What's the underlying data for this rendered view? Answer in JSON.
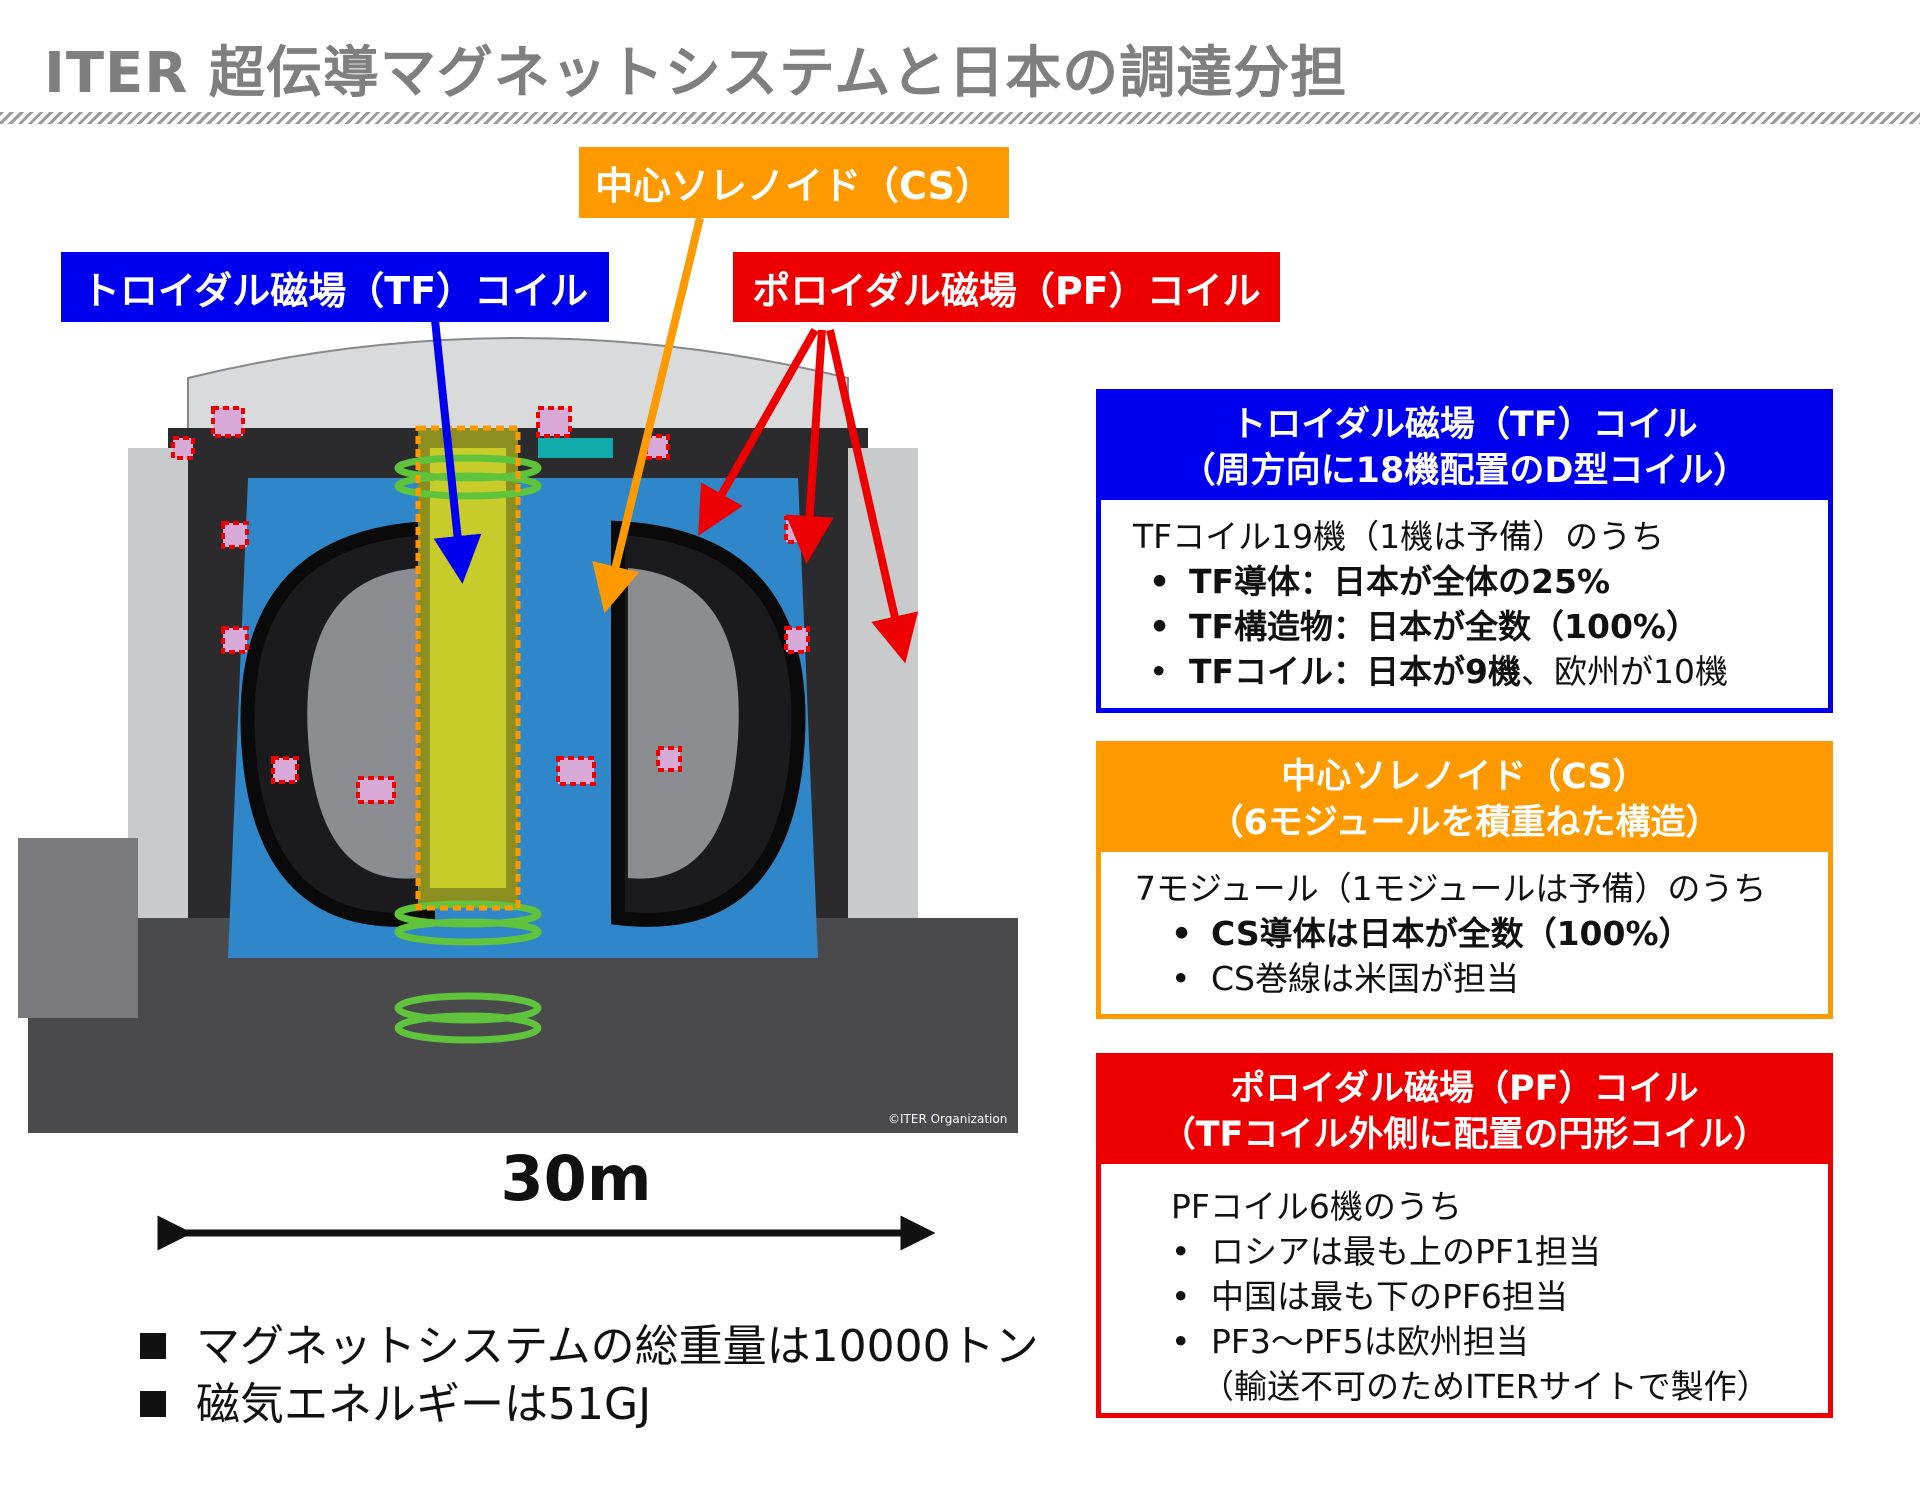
{
  "title": "ITER 超伝導マグネットシステムと日本の調達分担",
  "labels": {
    "cs": "中心ソレノイド（CS）",
    "tf": "トロイダル磁場（TF）コイル",
    "pf": "ポロイダル磁場（PF）コイル"
  },
  "image_credit": "©ITER Organization",
  "scale_label": "30m",
  "facts": [
    "マグネットシステムの総重量は10000トン",
    "磁気エネルギーは51GJ"
  ],
  "tf_box": {
    "title1": "トロイダル磁場（TF）コイル",
    "title2": "（周方向に18機配置のD型コイル）",
    "intro": "TFコイル19機（1機は予備）のうち",
    "items": [
      "TF導体：日本が全体の25%",
      "TF構造物：日本が全数（100%）"
    ],
    "item3_bold": "TFコイル：日本が9機",
    "item3_rest": "、欧州が10機",
    "bullet": "•"
  },
  "cs_box": {
    "title1": "中心ソレノイド（CS）",
    "title2": "（6モジュールを積重ねた構造）",
    "intro": "7モジュール（1モジュールは予備）のうち",
    "items": [
      "CS導体は日本が全数（100%）",
      "CS巻線は米国が担当"
    ],
    "bullet": "•"
  },
  "pf_box": {
    "title1": "ポロイダル磁場（PF）コイル",
    "title2": "（TFコイル外側に配置の円形コイル）",
    "intro": "PFコイル6機のうち",
    "items": [
      "ロシアは最も上のPF1担当",
      "中国は最も下のPF6担当",
      "PF3～PF5は欧州担当"
    ],
    "note": "（輸送不可のためITERサイトで製作）",
    "bullet": "•"
  },
  "colors": {
    "blue": "#0000ee",
    "orange": "#ff9900",
    "red": "#ee0000",
    "title_gray": "#7f7f7f"
  }
}
